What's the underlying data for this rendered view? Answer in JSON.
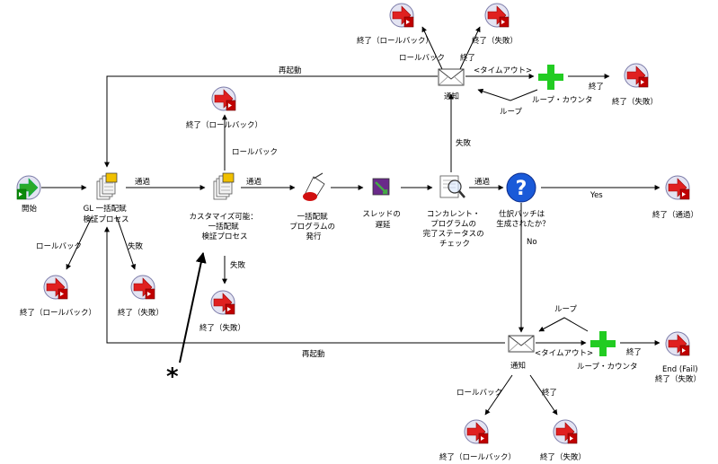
{
  "nodes": {
    "start": "開始",
    "validate": [
      "GL 一括配賦",
      "検証プロセス"
    ],
    "custom": [
      "カスタマイズ可能：",
      "一括配賦",
      "検証プロセス"
    ],
    "submit": [
      "一括配賦",
      "プログラムの",
      "発行"
    ],
    "wait": [
      "スレッドの",
      "遅延"
    ],
    "check": [
      "コンカレント・",
      "プログラムの",
      "完了ステータスの",
      "チェック"
    ],
    "decision": [
      "仕訳バッチは",
      "生成されたか？"
    ],
    "notify_top": "通知",
    "notify_bottom": "通知",
    "loop_counter_top": "ループ・カウンタ",
    "loop_counter_bottom": "ループ・カウンタ",
    "end_top_rollback": "終了（ロールバック）",
    "end_top_fail": "終了（失敗）",
    "end_top_right_fail": "終了（失敗）",
    "end_custom_rollback": "終了（ロールバック）",
    "end_left_rollback": "終了（ロールバック）",
    "end_left_fail": "終了（失敗）",
    "end_custom_fail": "終了（失敗）",
    "end_pass": "終了（通過）",
    "end_bottom_right_en": "End (Fail)",
    "end_bottom_right": "終了（失敗）",
    "end_bottom_rollback": "終了（ロールバック）",
    "end_bottom_fail": "終了（失敗）"
  },
  "edges": {
    "pass_1": "通過",
    "pass_2": "通過",
    "pass_3": "通過",
    "restart_top": "再起動",
    "restart_bottom": "再起動",
    "rollback_top": "ロールバック",
    "end_top": "終了",
    "timeout_top": "<タイムアウト>",
    "end_top_right": "終了",
    "loop_top": "ループ",
    "fail_check": "失敗",
    "rollback_custom": "ロールバック",
    "rollback_left": "ロールバック",
    "fail_left": "失敗",
    "fail_custom": "失敗",
    "yes": "Yes",
    "no": "No",
    "loop_bottom": "ループ",
    "timeout_bottom": "<タイムアウト>",
    "end_bottom_right": "終了",
    "rollback_bottom": "ロールバック",
    "end_bottom": "終了"
  },
  "annotation": {
    "asterisk": "*"
  }
}
